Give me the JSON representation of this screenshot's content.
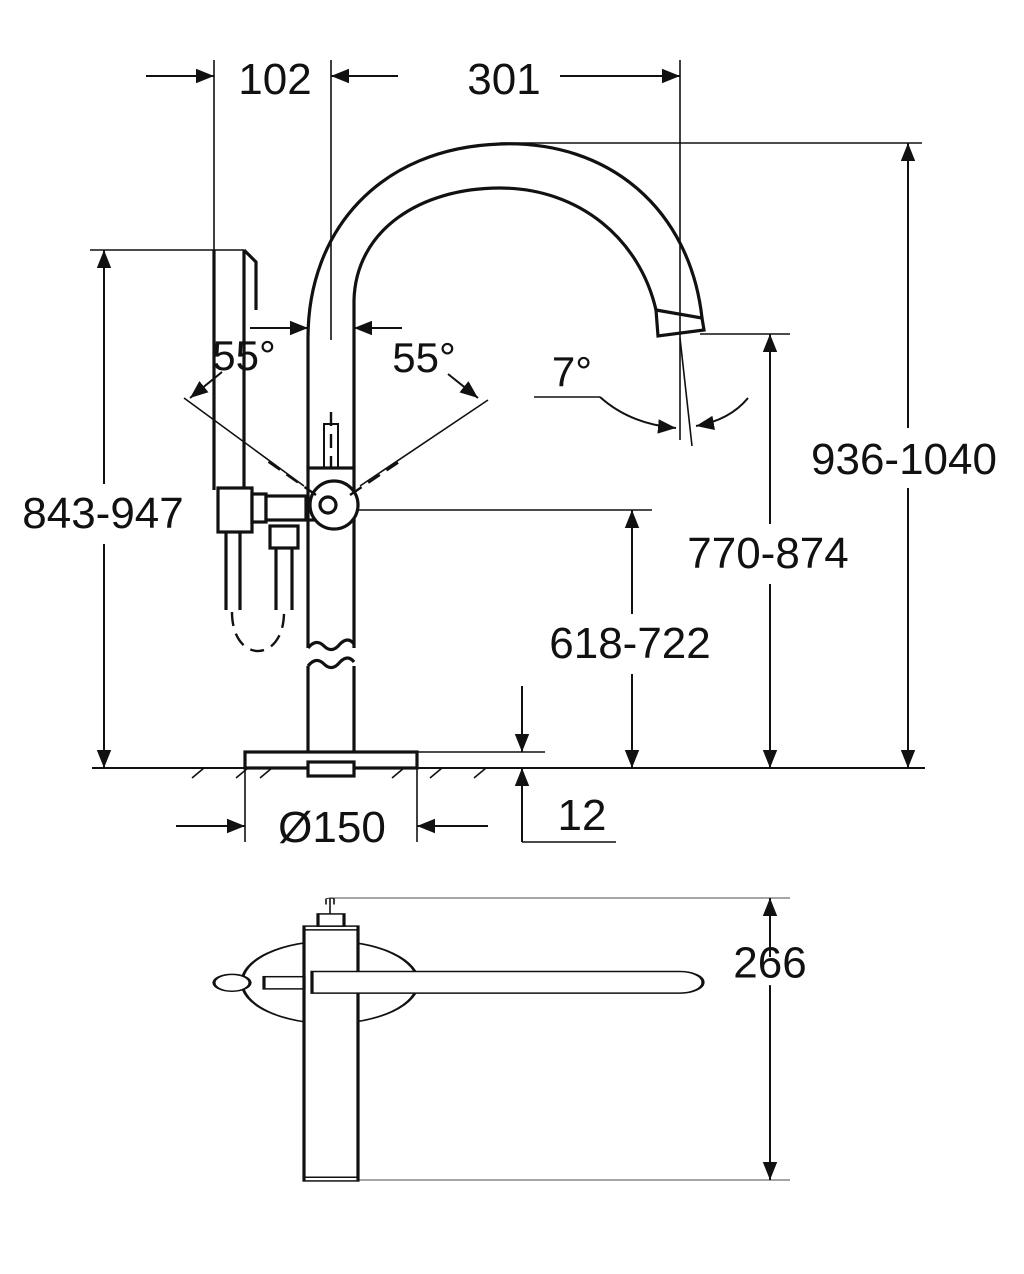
{
  "dimensions": {
    "handshower_offset": "102",
    "spout_reach": "301",
    "overall_height": "936-1040",
    "handshower_height": "843-947",
    "spout_outlet_height": "770-874",
    "handle_height": "618-722",
    "base_diameter": "Ø150",
    "base_thickness": "12",
    "plan_depth": "266"
  },
  "angles": {
    "handle_left": "55°",
    "handle_right": "55°",
    "spout_outlet": "7°"
  }
}
